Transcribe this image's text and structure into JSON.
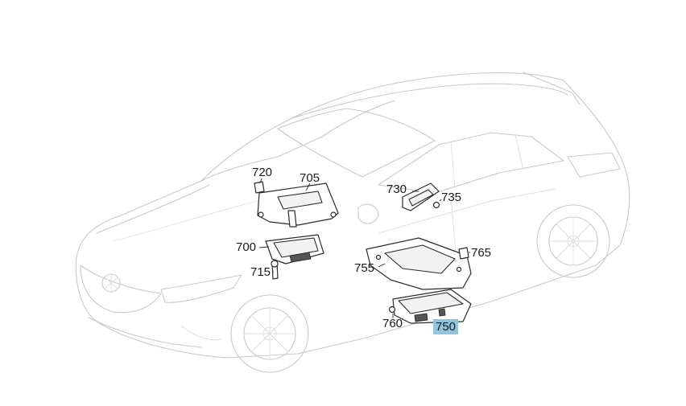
{
  "diagram": {
    "callouts": [
      {
        "id": "720",
        "label": "720",
        "highlighted": false
      },
      {
        "id": "705",
        "label": "705",
        "highlighted": false
      },
      {
        "id": "730",
        "label": "730",
        "highlighted": false
      },
      {
        "id": "735",
        "label": "735",
        "highlighted": false
      },
      {
        "id": "700",
        "label": "700",
        "highlighted": false
      },
      {
        "id": "765",
        "label": "765",
        "highlighted": false
      },
      {
        "id": "715",
        "label": "715",
        "highlighted": false
      },
      {
        "id": "755",
        "label": "755",
        "highlighted": false
      },
      {
        "id": "760",
        "label": "760",
        "highlighted": false
      },
      {
        "id": "750",
        "label": "750",
        "highlighted": true
      }
    ],
    "highlight_color": "#8fc6de"
  }
}
